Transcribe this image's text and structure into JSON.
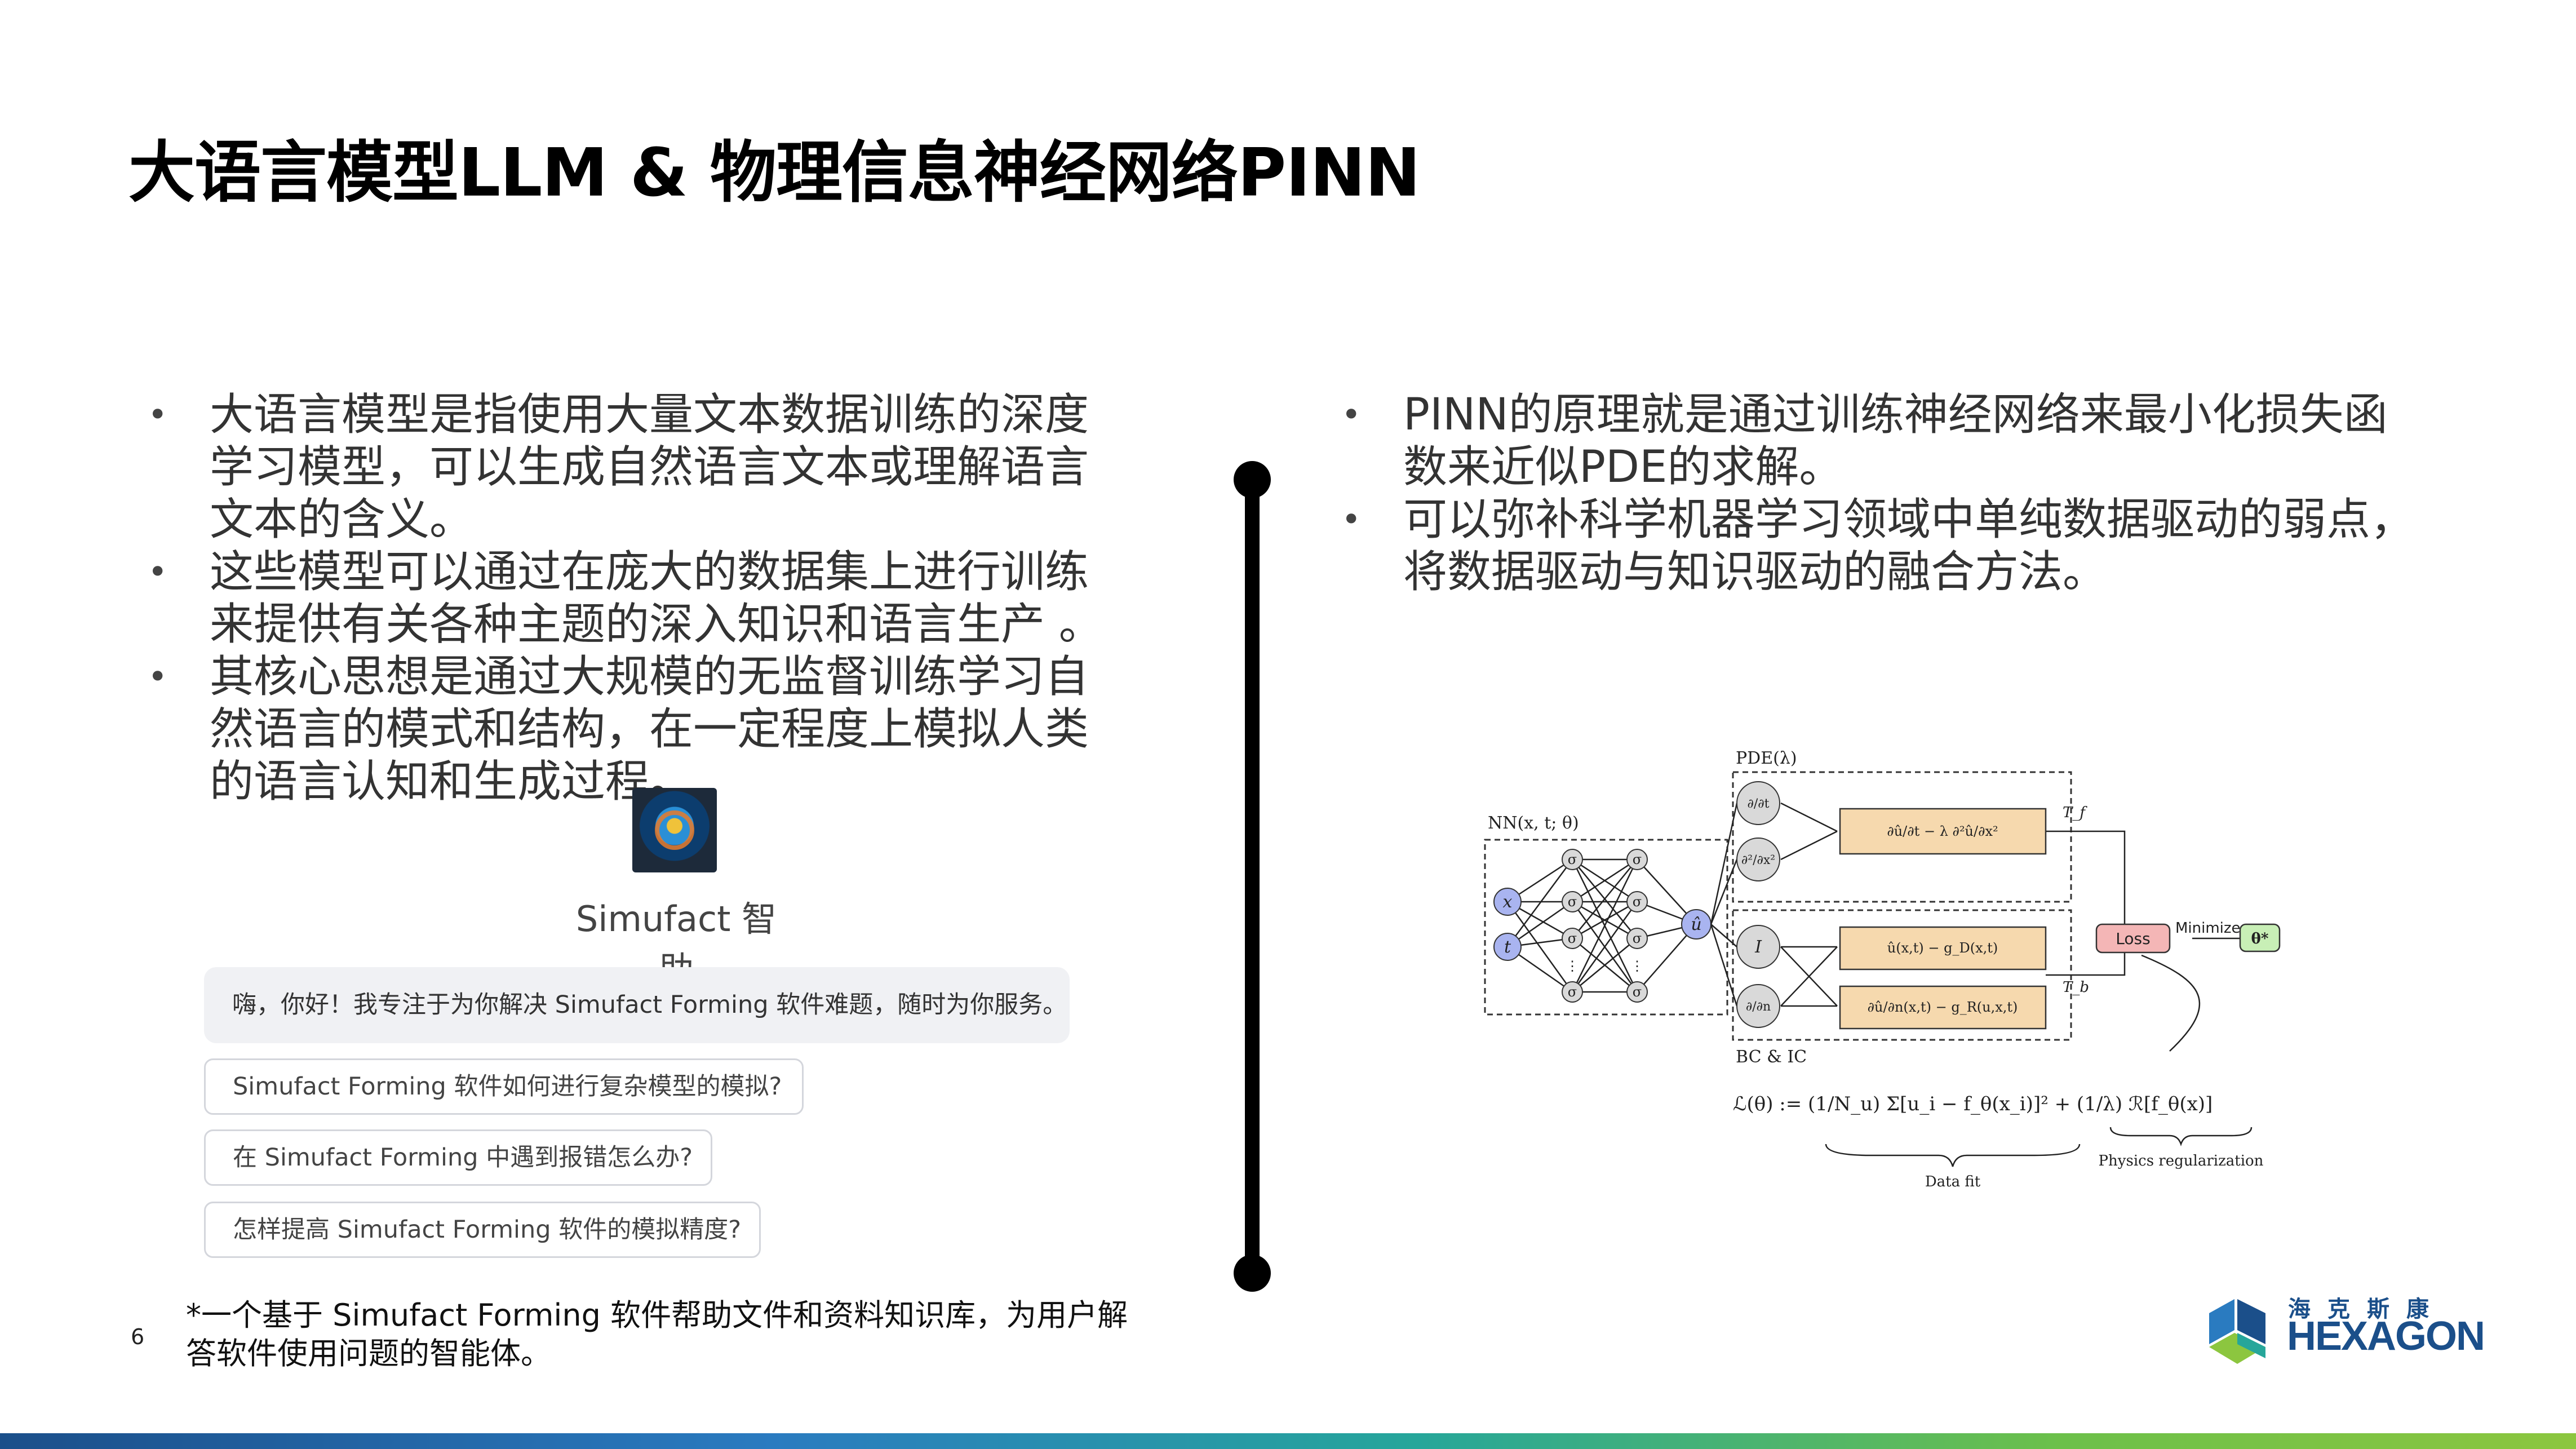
{
  "title": "大语言模型LLM & 物理信息神经网络PINN",
  "left_bullets": [
    "大语言模型是指使用大量文本数据训练的深度学习模型，可以生成自然语言文本或理解语言文本的含义。",
    "这些模型可以通过在庞大的数据集上进行训练来提供有关各种主题的深入知识和语言生产 。",
    "其核心思想是通过大规模的无监督训练学习自然语言的模式和结构，在一定程度上模拟人类的语言认知和生成过程。"
  ],
  "right_bullets": [
    "PINN的原理就是通过训练神经网络来最小化损失函数来近似PDE的求解。",
    "可以弥补科学机器学习领域中单纯数据驱动的弱点，将数据驱动与知识驱动的融合方法。"
  ],
  "bullet_symbol": "•",
  "chat": {
    "assistant_name": "Simufact 智助",
    "greeting": "嗨，你好！我专注于为你解决 Simufact Forming 软件难题，随时为你服务。",
    "suggestions": [
      "Simufact Forming 软件如何进行复杂模型的模拟?",
      "在 Simufact Forming 中遇到报错怎么办?",
      "怎样提高 Simufact Forming 软件的模拟精度?"
    ]
  },
  "footnote": "*一个基于 Simufact Forming 软件帮助文件和资料知识库，为用户解答软件使用问题的智能体。",
  "page_number": "6",
  "diagram": {
    "nn_label": "NN(x, t; θ)",
    "pde_label": "PDE(λ)",
    "bc_label": "BC & IC",
    "input_x": "x",
    "input_t": "t",
    "hidden_node": "σ",
    "vdots": "⋮",
    "output_node": "û",
    "op_dt": "∂/∂t",
    "op_dxx": "∂²/∂x²",
    "op_identity": "I",
    "op_dn": "∂/∂n",
    "residual_pde": "∂û/∂t − λ ∂²û/∂x²",
    "residual_bc1": "û(x,t) − g_D(x,t)",
    "residual_bc2": "∂û/∂n(x,t) − g_R(u,x,t)",
    "tf_label": "T_f",
    "tb_label": "T_b",
    "loss_label": "Loss",
    "minimize_label": "Minimize",
    "theta_star": "θ*",
    "loss_formula": "ℒ(θ) := (1/N_u) Σ[u_i − f_θ(x_i)]² + (1/λ) ℛ[f_θ(x)]",
    "data_fit_label": "Data fit",
    "physics_label": "Physics regularization"
  },
  "logo": {
    "cn": "海克斯康",
    "en": "HEXAGON"
  },
  "colors": {
    "brand_blue": "#1b4f8a",
    "brand_green": "#8cc63f",
    "node_blue": "#a9b4f0",
    "node_gray": "#d9d9d9",
    "residual_fill": "#f6d9ae",
    "loss_fill": "#f4b6b6",
    "theta_fill": "#c8efb6"
  },
  "icons": [
    "chat-avatar-icon",
    "hexagon-logo-icon"
  ]
}
